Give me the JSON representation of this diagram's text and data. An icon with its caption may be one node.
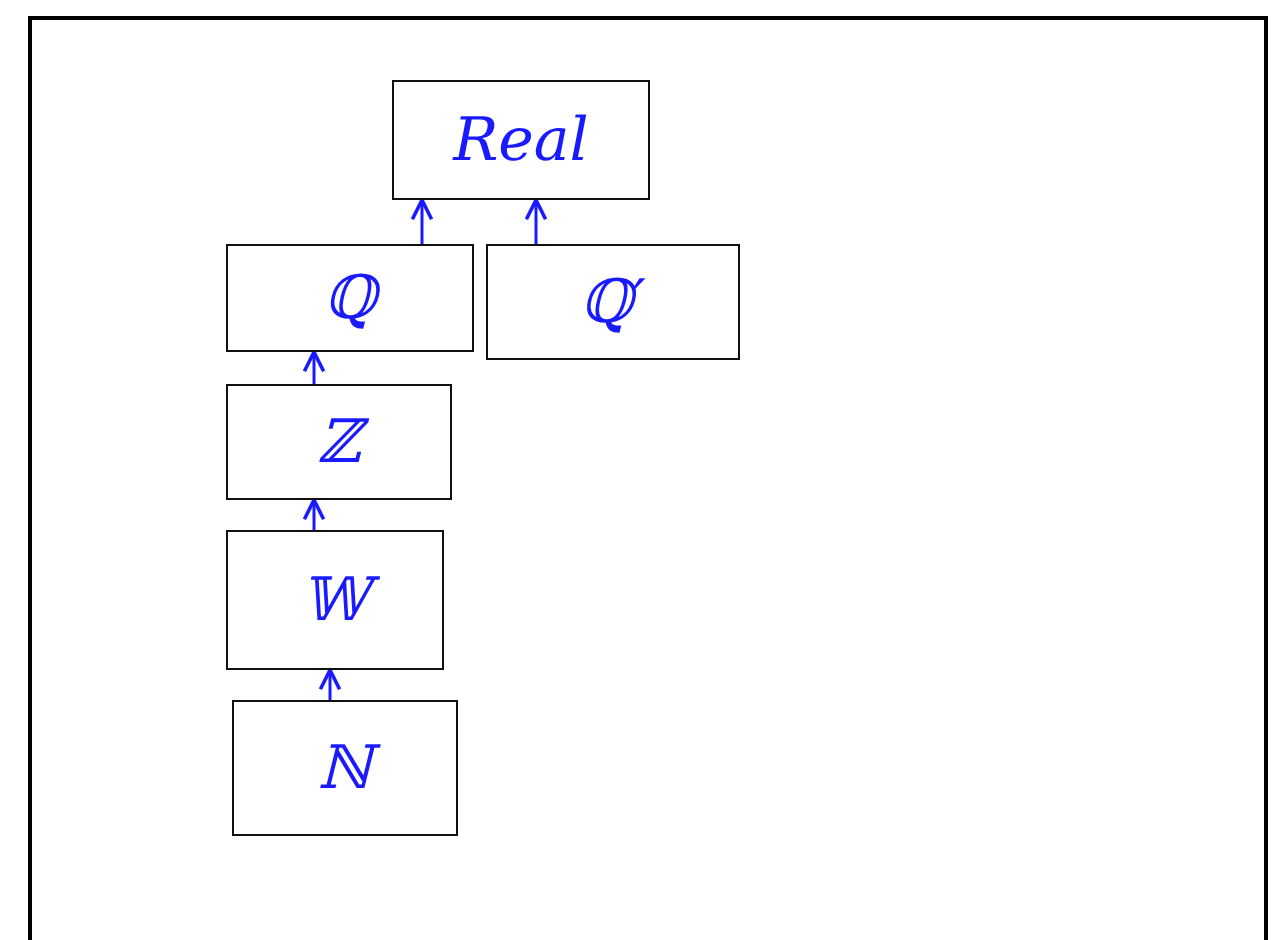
{
  "diagram": {
    "nodes": [
      {
        "text": [
          "Real"
        ]
      },
      {
        "text": [
          "ℚ"
        ]
      },
      {
        "text": [
          "ℚ′"
        ]
      },
      {
        "text": [
          "ℤ"
        ]
      },
      {
        "text": [
          "𝕎"
        ]
      },
      {
        "text": [
          "ℕ"
        ]
      }
    ],
    "edges": [
      {
        "from": 1,
        "to": 0,
        "arrow": "to"
      },
      {
        "from": 2,
        "to": 0,
        "arrow": "to"
      },
      {
        "from": 3,
        "to": 1,
        "arrow": "to"
      },
      {
        "from": 4,
        "to": 3,
        "arrow": "to"
      },
      {
        "from": 5,
        "to": 4,
        "arrow": "to"
      }
    ]
  }
}
